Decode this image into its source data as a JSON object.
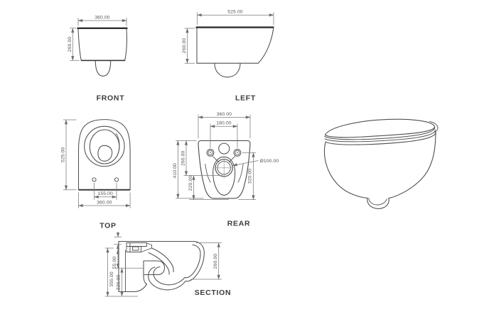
{
  "views": {
    "front": {
      "label": "FRONT",
      "dim_width": "360.00",
      "dim_height": "260.00"
    },
    "left": {
      "label": "LEFT",
      "dim_depth": "525.00",
      "dim_height": "260.00"
    },
    "top": {
      "label": "TOP",
      "dim_depth": "525.00",
      "dim_holes": "155.00",
      "dim_width": "360.00"
    },
    "rear": {
      "label": "REAR",
      "dim_width": "360.00",
      "dim_holes": "180.00",
      "dim_total_height": "410.00",
      "dim_inlet_height": "260.00",
      "dim_outlet_height": "220.00",
      "dim_side_height": "320.00",
      "dim_outlet_diameter": "Ø100.00"
    },
    "section": {
      "label": "SECTION",
      "dim_total_height": "355.00",
      "dim_rim": "55.00",
      "dim_outlet": "220.00",
      "dim_front_height": "260.00"
    }
  },
  "colors": {
    "background": "#ffffff",
    "outline": "#4f4f4f",
    "thick_edge": "#2e2e2e",
    "dimension_line": "#7a7a7a",
    "dimension_text": "#575757",
    "view_label": "#3b3b3b"
  }
}
